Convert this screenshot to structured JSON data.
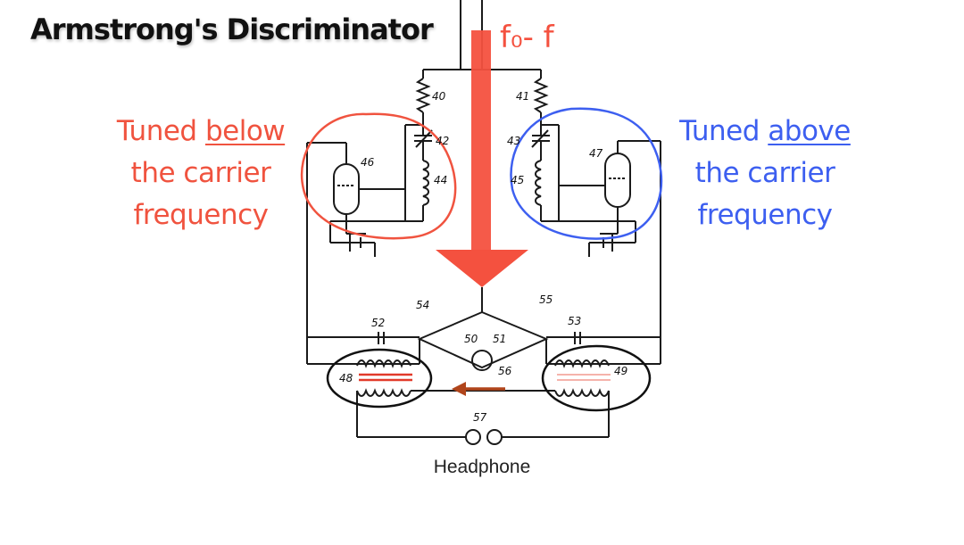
{
  "title": "Armstrong's Discriminator",
  "left_label": {
    "line1_prefix": "Tuned ",
    "line1_emph": "below",
    "line2": "the carrier",
    "line3": "frequency",
    "color": "#f0533f"
  },
  "right_label": {
    "line1_prefix": "Tuned ",
    "line1_emph": "above",
    "line2": "the carrier",
    "line3": "frequency",
    "color": "#3d5ff0"
  },
  "input_label": "f₀- f",
  "output_label": "Headphone",
  "component_numbers": [
    "40",
    "41",
    "42",
    "43",
    "44",
    "45",
    "46",
    "47",
    "48",
    "49",
    "50",
    "51",
    "52",
    "53",
    "54",
    "55",
    "56",
    "57"
  ],
  "colors": {
    "arrow": "#f4513f",
    "left_circle": "#f0533f",
    "right_circle": "#3d5ff0",
    "transformer_circle": "#111111",
    "current_arrow": "#b0451b",
    "wire": "#1a1a1a"
  }
}
